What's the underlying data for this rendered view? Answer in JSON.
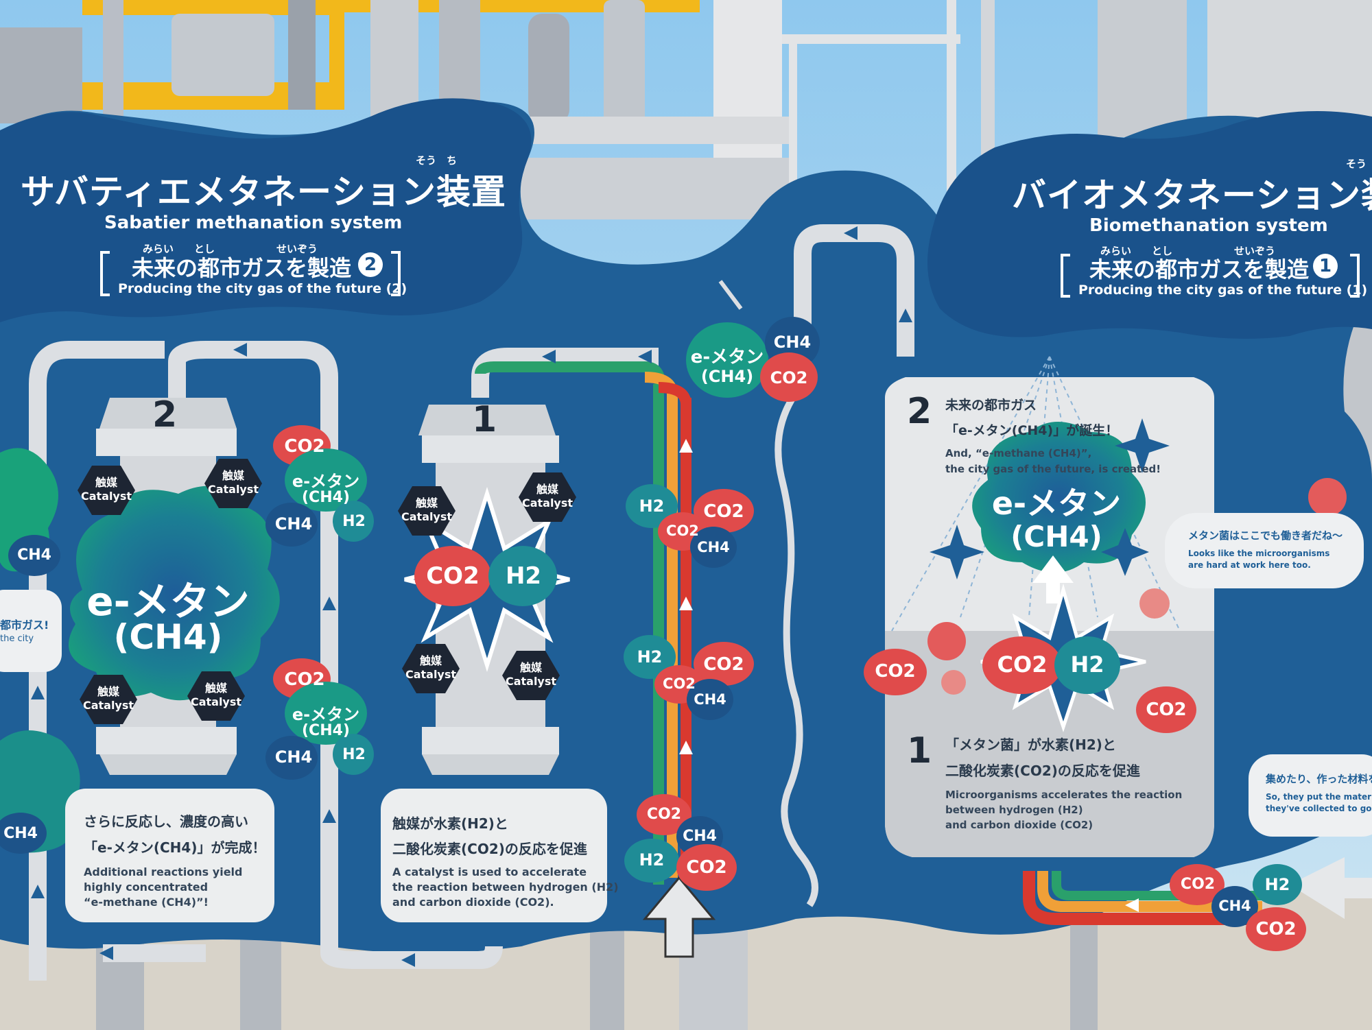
{
  "left_panel": {
    "title_jp": "サバティエメタネーション装置",
    "title_ruby": "そう　ち",
    "title_en": "Sabatier methanation system",
    "subtitle_ruby": "みらい　　とし　　　　　　せいぞう",
    "subtitle_jp": "未来の都市ガスを製造",
    "subtitle_num": "2",
    "subtitle_en": "Producing the city gas of the future (2)"
  },
  "right_panel": {
    "title_jp": "バイオメタネーション装",
    "title_ruby": "そう",
    "title_en": "Biomethanation system",
    "subtitle_ruby": "みらい　　とし　　　　　　せいぞう",
    "subtitle_jp": "未来の都市ガスを製造",
    "subtitle_num": "1",
    "subtitle_en": "Producing the city gas of the future (1)"
  },
  "reactor2": {
    "number": "2",
    "product_line1": "e-メタン",
    "product_line2": "(CH4)",
    "catalyst_jp": "触媒",
    "catalyst_en": "Catalyst"
  },
  "reactor1": {
    "number": "1",
    "co2": "CO2",
    "h2": "H2",
    "catalyst_jp": "触媒",
    "catalyst_en": "Catalyst"
  },
  "box_reactor2": {
    "jp1": "さらに反応し、濃度の高い",
    "jp2": "「e-メタン(CH4)」が完成！",
    "en1": "Additional reactions yield",
    "en2": "highly concentrated",
    "en3": "“e-methane (CH4)”!"
  },
  "box_reactor1": {
    "jp1": "触媒が水素(H2)と",
    "jp2": "二酸化炭素(CO2)の反応を促進",
    "en1": "A catalyst is used to accelerate",
    "en2": "the reaction between hydrogen (H2)",
    "en3": "and carbon dioxide (CO2)."
  },
  "molecules": {
    "co2": "CO2",
    "h2": "H2",
    "ch4": "CH4",
    "emethane": "e-メタン",
    "emethane_paren": "(CH4)"
  },
  "bio_step2": {
    "number": "2",
    "jp1": "未来の都市ガス",
    "jp2": "「e-メタン(CH4)」が誕生！",
    "en1": "And, “e-methane (CH4)”,",
    "en2": "the city gas of the future, is created!",
    "product_line1": "e-メタン",
    "product_line2": "(CH4)"
  },
  "bio_step1": {
    "number": "1",
    "jp1": "「メタン菌」が水素(H2)と",
    "jp2": "二酸化炭素(CO2)の反応を促進",
    "en1": "Microorganisms accelerates the reaction",
    "en2": "between hydrogen (H2)",
    "en3": "and carbon dioxide (CO2)"
  },
  "bubble_microbes": {
    "jp": "メタン菌はここでも働き者だね～",
    "en1": "Looks like the microorganisms",
    "en2": "are hard at work here too."
  },
  "bubble_collect": {
    "jp": "集めたり、作った材料を",
    "en1": "So, they put the materia",
    "en2": "they've collected to goo"
  },
  "left_edge_bubble": {
    "jp": "都市ガス!",
    "en": "the city"
  },
  "colors": {
    "sky": "#9fd0ee",
    "panel_blue": "#1f5f97",
    "panel_dark": "#184e80",
    "co2_red": "#e04b4b",
    "h2_teal": "#1f8c96",
    "ch4_blue": "#1d5389",
    "green_cloud": "#1aa07c",
    "catalyst_black": "#1d2533",
    "pipe_grey": "#dcdfe3",
    "stripe_green": "#2aa06b",
    "stripe_orange": "#f0a038",
    "stripe_red": "#d9392f",
    "steel_yellow": "#f2b81b"
  }
}
